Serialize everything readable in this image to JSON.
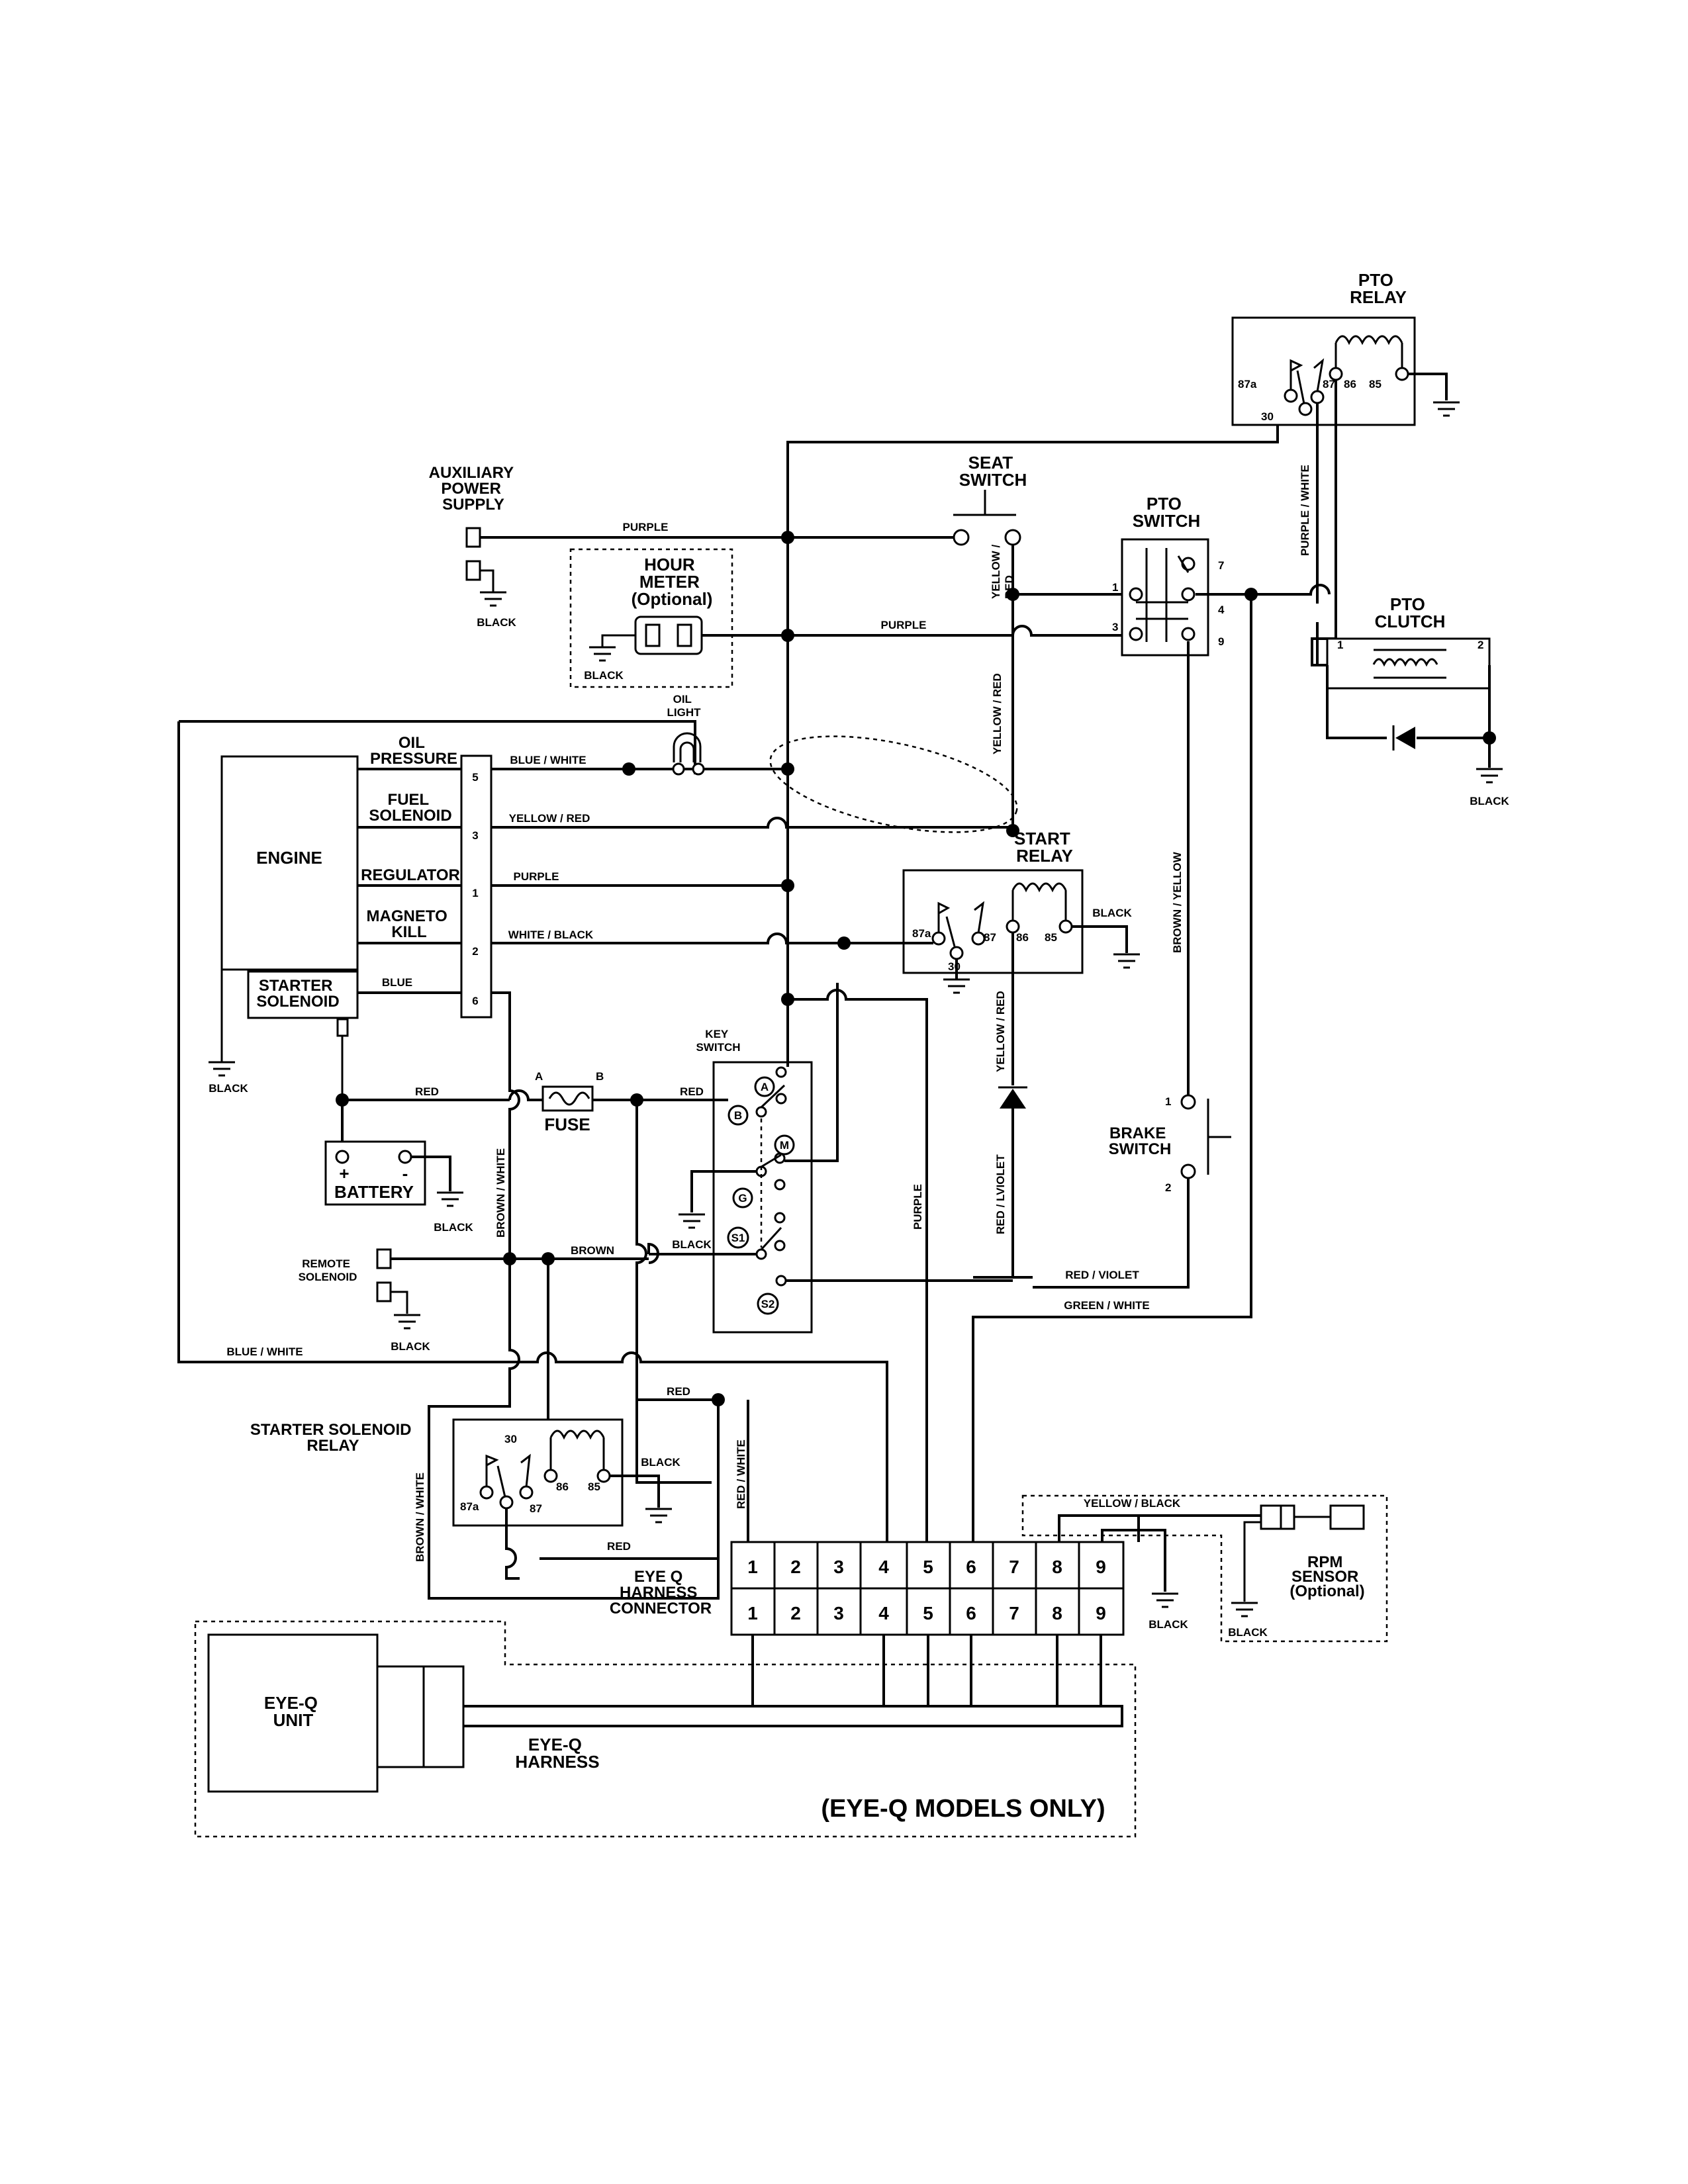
{
  "labels": {
    "pto_relay": [
      "PTO",
      "RELAY"
    ],
    "seat_switch": [
      "SEAT",
      "SWITCH"
    ],
    "pto_switch": [
      "PTO",
      "SWITCH"
    ],
    "pto_clutch": [
      "PTO",
      "CLUTCH"
    ],
    "aux_power": [
      "AUXILIARY",
      "POWER",
      "SUPPLY"
    ],
    "hour_meter": [
      "HOUR",
      "METER",
      "(Optional)"
    ],
    "oil_light": [
      "OIL",
      "LIGHT"
    ],
    "engine": "ENGINE",
    "oil_pressure": [
      "OIL",
      "PRESSURE"
    ],
    "fuel_solenoid": [
      "FUEL",
      "SOLENOID"
    ],
    "regulator": "REGULATOR",
    "magneto_kill": [
      "MAGNETO",
      "KILL"
    ],
    "starter_solenoid": [
      "STARTER",
      "SOLENOID"
    ],
    "start_relay": [
      "START",
      "RELAY"
    ],
    "key_switch": [
      "KEY",
      "SWITCH"
    ],
    "fuse": "FUSE",
    "battery": "BATTERY",
    "remote_solenoid": [
      "REMOTE",
      "SOLENOID"
    ],
    "brake_switch": [
      "BRAKE",
      "SWITCH"
    ],
    "starter_solenoid_relay": [
      "STARTER SOLENOID",
      "RELAY"
    ],
    "eyeq_connector": [
      "EYE Q",
      "HARNESS",
      "CONNECTOR"
    ],
    "rpm_sensor": [
      "RPM",
      "SENSOR",
      "(Optional)"
    ],
    "eyeq_unit": [
      "EYE-Q",
      "UNIT"
    ],
    "eyeq_harness": [
      "EYE-Q",
      "HARNESS"
    ],
    "eyeq_models": "(EYE-Q MODELS ONLY)"
  },
  "wires": {
    "purple": "PURPLE",
    "black": "BLACK",
    "blue_white": "BLUE / WHITE",
    "yellow_red": "YELLOW / RED",
    "white_black": "WHITE / BLACK",
    "blue": "BLUE",
    "red": "RED",
    "brown": "BROWN",
    "brown_white": "BROWN / WHITE",
    "brown_yellow": "BROWN / YELLOW",
    "purple_white": "PURPLE / WHITE",
    "yellow_red_slash": "YELLOW / RED",
    "red_violet": "RED / VIOLET",
    "red_lviolet": "RED / LVIOLET",
    "green_white": "GREEN / WHITE",
    "red_white": "RED / WHITE",
    "yellow_black": "YELLOW / BLACK",
    "yellow_red_stack": [
      "YELLOW /",
      "RED"
    ]
  },
  "pins": {
    "relay": [
      "87a",
      "30",
      "87",
      "86",
      "85"
    ],
    "pto_switch": [
      "1",
      "3",
      "7",
      "4",
      "9"
    ],
    "clutch": [
      "1",
      "2"
    ],
    "engine_connector": [
      "5",
      "3",
      "1",
      "2",
      "6"
    ],
    "fuse": [
      "A",
      "B"
    ],
    "brake": [
      "1",
      "2"
    ],
    "battery": [
      "+",
      "-"
    ],
    "key_positions": [
      "B",
      "A",
      "M",
      "G",
      "S1",
      "S2"
    ],
    "harness": [
      "1",
      "2",
      "3",
      "4",
      "5",
      "6",
      "7",
      "8",
      "9"
    ]
  }
}
